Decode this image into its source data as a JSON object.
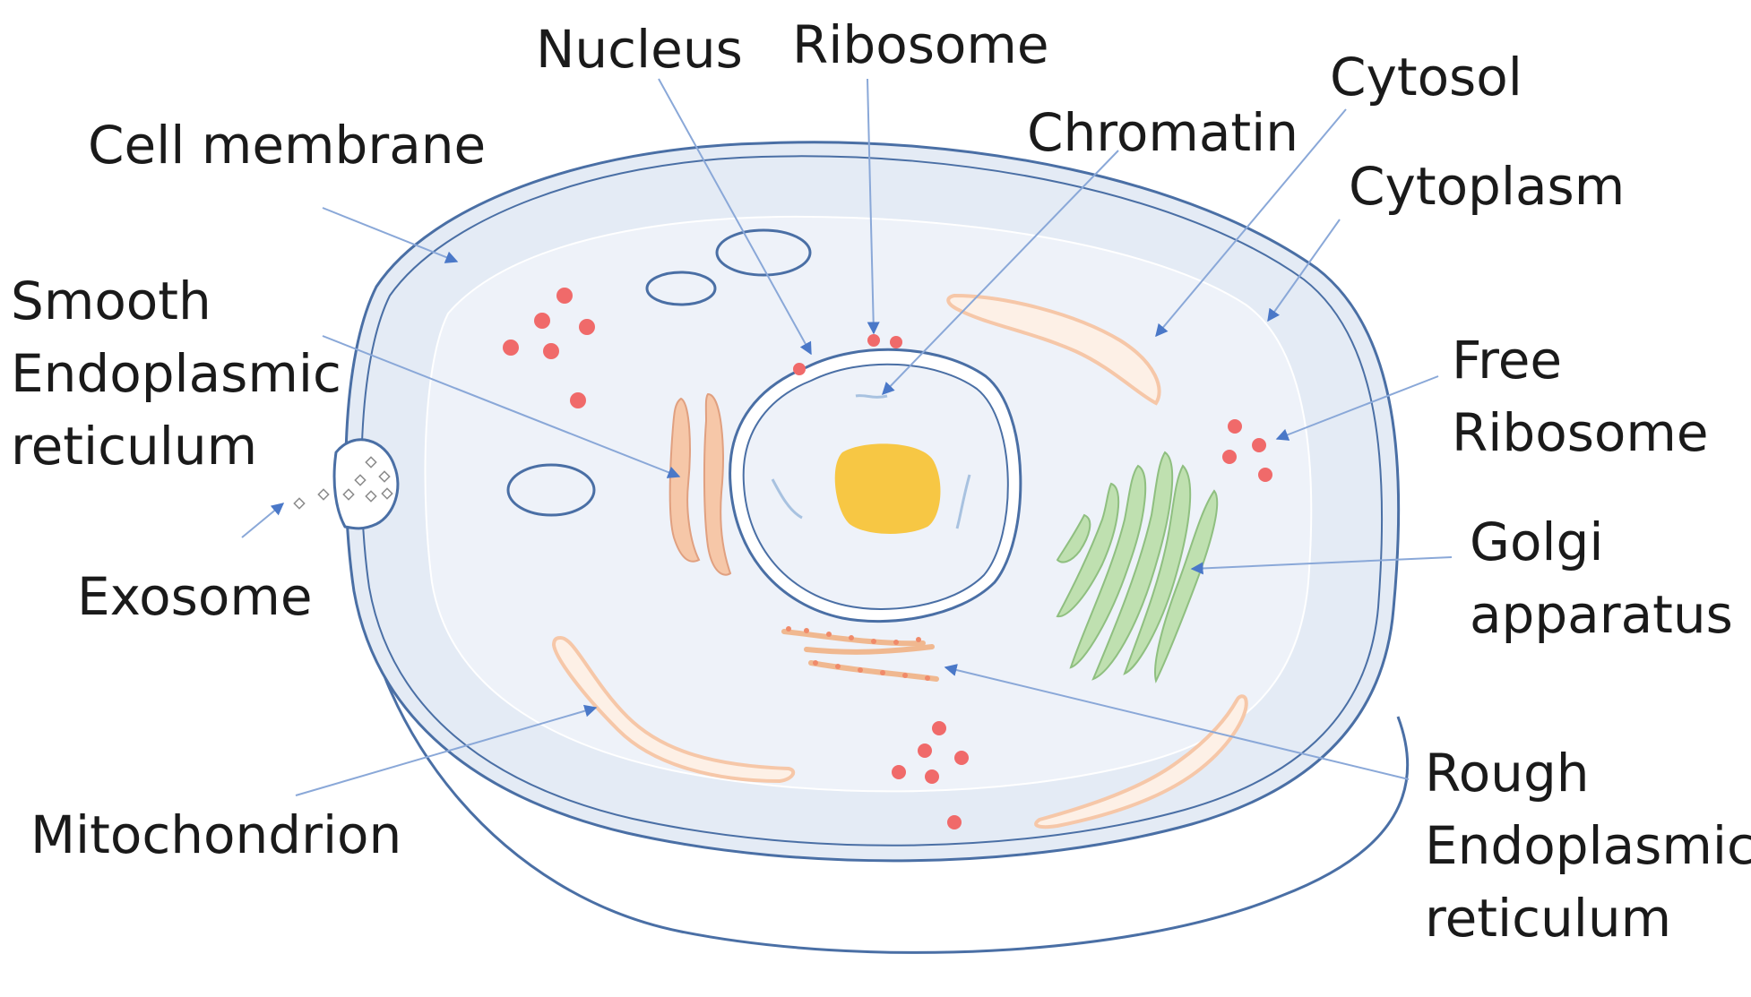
{
  "labels": {
    "nucleus": "Nucleus",
    "ribosome": "Ribosome",
    "cytosol": "Cytosol",
    "chromatin": "Chromatin",
    "cell_membrane": "Cell membrane",
    "cytoplasm": "Cytoplasm",
    "smooth_er": [
      "Smooth",
      "Endoplasmic",
      "reticulum"
    ],
    "free_ribosome": [
      "Free",
      "Ribosome"
    ],
    "exosome": "Exosome",
    "golgi": [
      "Golgi",
      "apparatus"
    ],
    "mitochondrion": "Mitochondrion",
    "rough_er": [
      "Rough",
      "Endoplasmic",
      "reticulum"
    ]
  },
  "colors": {
    "membrane_stroke": "#4a6fa5",
    "cell_fill": "#e4ebf5",
    "inner_fill": "#eef2f9",
    "pointer_line": "#8aa8d8",
    "ribosome": "#f06a6a",
    "nucleolus": "#f7c744",
    "organelle_orange": "#f6c7a8",
    "golgi_green": "#bfe0b0",
    "text": "#1a1a1a"
  }
}
